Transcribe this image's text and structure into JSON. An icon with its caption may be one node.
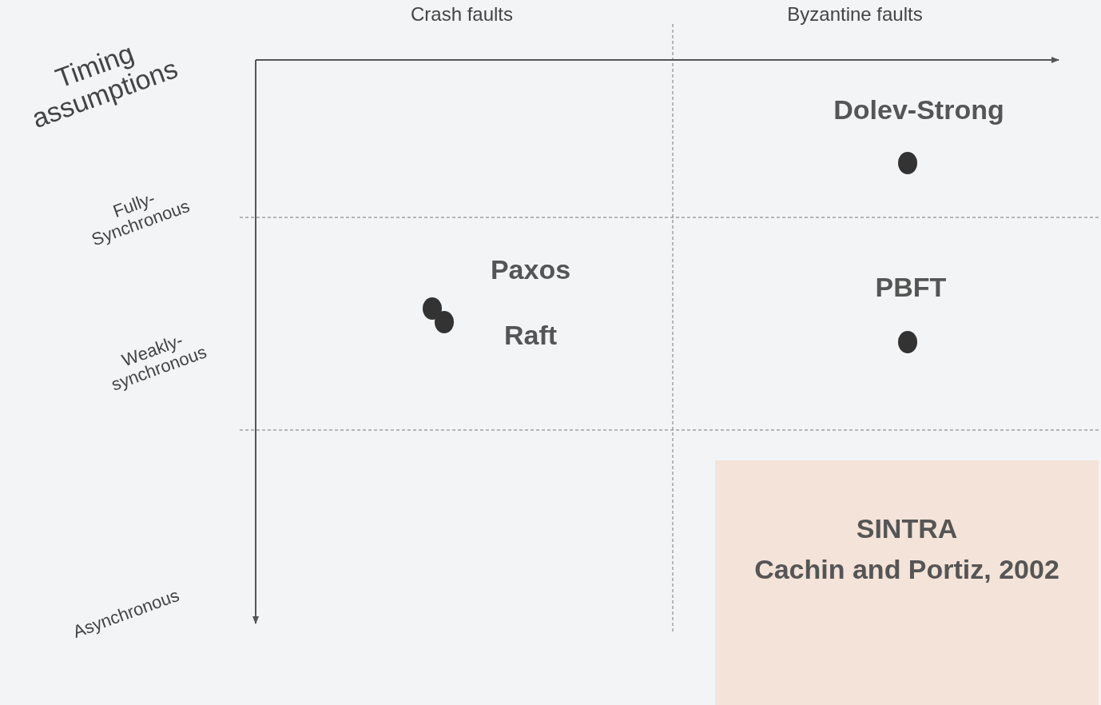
{
  "diagram": {
    "nodes": [
      {
        "text": [
          "SINTRA",
          "Cachin and Portiz, 2002"
        ]
      }
    ],
    "labels": [
      "Crash faults",
      "Byzantine faults",
      "Timing assumptions",
      "Dolev-Strong",
      "Fully-Synchronous",
      "Paxos",
      "PBFT",
      "Raft",
      "Weakly-synchronous",
      "Asynchronous"
    ]
  }
}
